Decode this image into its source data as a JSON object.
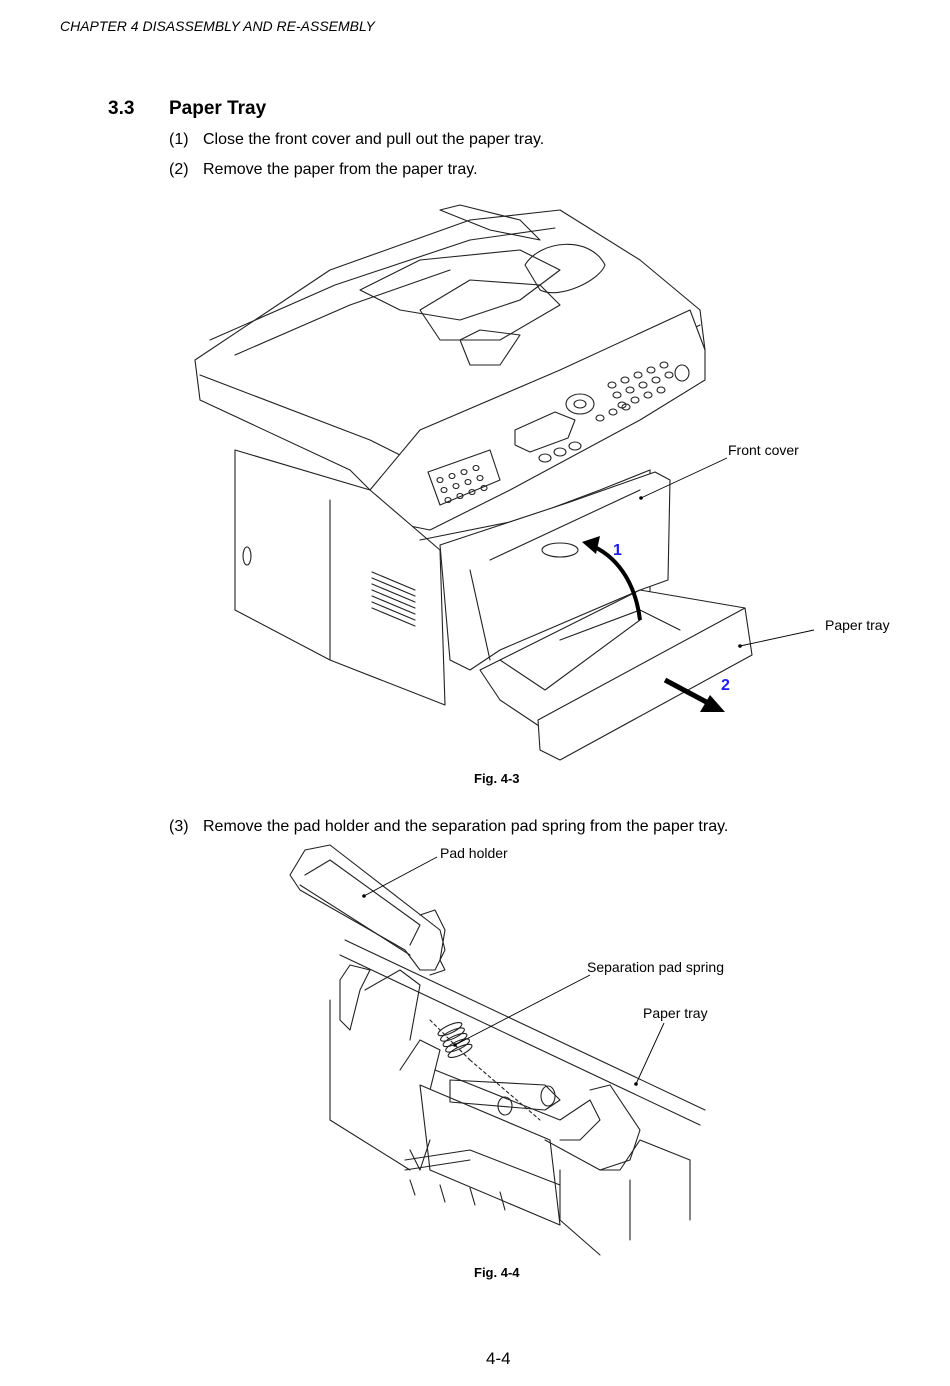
{
  "header": {
    "chapter": "CHAPTER 4 DISASSEMBLY AND RE-ASSEMBLY"
  },
  "section": {
    "number": "3.3",
    "title": "Paper Tray"
  },
  "steps": [
    {
      "num": "(1)",
      "text": "Close the front cover and pull out the paper tray."
    },
    {
      "num": "(2)",
      "text": "Remove the paper from the paper tray."
    },
    {
      "num": "(3)",
      "text": "Remove the pad holder and the separation pad spring from the paper tray."
    }
  ],
  "figures": [
    {
      "caption": "Fig. 4-3",
      "callouts": [
        "Front cover",
        "Paper tray"
      ],
      "step_markers": [
        "1",
        "2"
      ],
      "marker_color": "#1a1aff"
    },
    {
      "caption": "Fig. 4-4",
      "callouts": [
        "Pad holder",
        "Separation pad spring",
        "Paper tray"
      ]
    }
  ],
  "footer": {
    "page_number": "4-4"
  }
}
